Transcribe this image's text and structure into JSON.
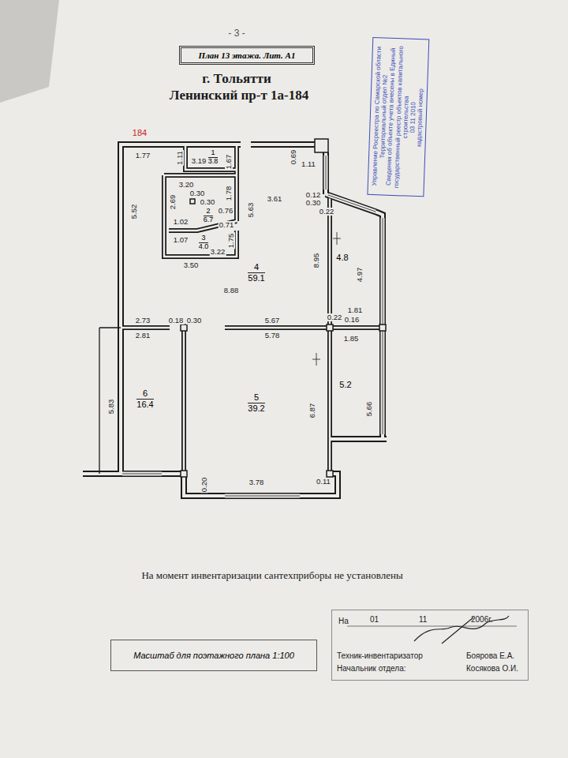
{
  "diagram": {
    "title": "г. Тольятти",
    "nodes": [
      {
        "text": [
          "План 13 этажа. Лит. А1"
        ]
      },
      {
        "text": [
          "Управление Росреестра по Самарской области",
          "Территориальный отдел №2",
          "Сведения об объекте учета внесены в Единый государственный реестр объектов капитального строительства",
          "03 11 2010",
          "кадастровый номер"
        ]
      },
      {
        "text": [
          "1",
          "3.8"
        ]
      },
      {
        "text": [
          "2",
          "6.7"
        ]
      },
      {
        "text": [
          "3",
          "4.0"
        ]
      },
      {
        "text": [
          "4",
          "59.1"
        ]
      },
      {
        "text": [
          "4.8"
        ]
      },
      {
        "text": [
          "5.2"
        ]
      },
      {
        "text": [
          "6",
          "16.4"
        ]
      },
      {
        "text": [
          "5",
          "39.2"
        ]
      },
      {
        "text": [
          "Масштаб для поэтажного плана 1:100"
        ]
      },
      {
        "text": [
          "На",
          "01",
          "11",
          "2006г.",
          "Техник-инвентаризатор",
          "Боярова Е.А.",
          "Начальник отдела:",
          "Косякова О.И."
        ]
      }
    ],
    "labels": [
      "- 3 -",
      "Ленинский пр-т 1а-184",
      "184",
      "1.77",
      "3.19",
      "1.11",
      "1.67",
      "0.69",
      "1.11",
      "3.61",
      "3.20",
      "0.30",
      "0.30",
      "2.69",
      "1.78",
      "5.52",
      "5.63",
      "0.76",
      "0.71",
      "1.02",
      "1.07",
      "3.22",
      "1.75",
      "3.50",
      "0.12",
      "0.30",
      "0.22",
      "8.95",
      "4.97",
      "8.88",
      "1.81",
      "2.73",
      "0.18",
      "0.30",
      "5.67",
      "0.22",
      "0.16",
      "2.81",
      "5.78",
      "1.85",
      "5.83",
      "6.87",
      "5.66",
      "0.20",
      "3.78",
      "0.11",
      "На момент инвентаризации сантехприборы не установлены"
    ]
  }
}
